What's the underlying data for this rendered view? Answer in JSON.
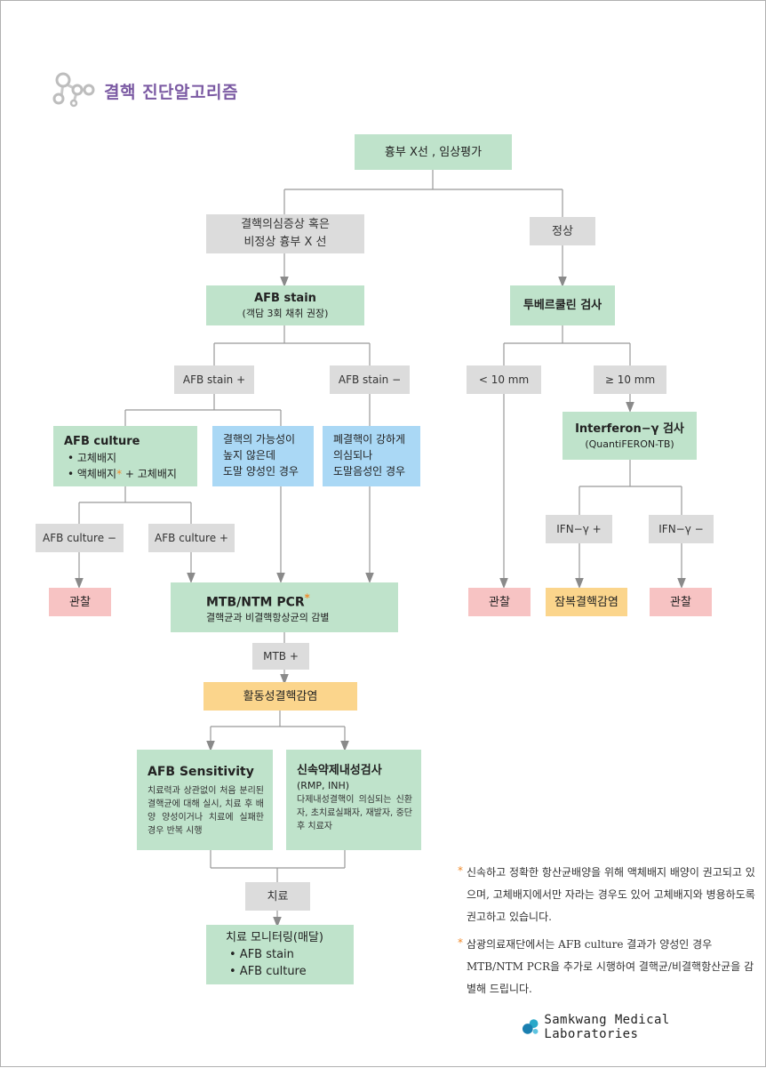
{
  "title": "결핵 진단알고리즘",
  "colors": {
    "green": "#bfe3cb",
    "gray": "#dcdcdc",
    "pink": "#f7c3c3",
    "blue": "#aad8f5",
    "yellow": "#fbd58c",
    "title": "#7b5aa3",
    "accent_star": "#f08a2a",
    "line": "#999999"
  },
  "nodes": {
    "top": "흉부 X선 ,   임상평가",
    "suspect_l1": "결핵의심증상 혹은",
    "suspect_l2": "비정상 흉부 X 선",
    "normal": "정상",
    "afb_stain_title": "AFB stain",
    "afb_stain_sub": "(객담 3회 채취 권장)",
    "tuberculin": "투베르쿨린 검사",
    "afb_pos": "AFB stain +",
    "afb_neg": "AFB stain −",
    "lt10": "< 10 mm",
    "ge10": "≥ 10 mm",
    "culture_title": "AFB culture",
    "culture_item1": "• 고체배지",
    "culture_item2": "• 액체배지",
    "culture_item2_star": "*",
    "culture_item2_rest": " + 고체배지",
    "blue1_l1": "결핵의 가능성이",
    "blue1_l2": "높지 않은데",
    "blue1_l3": "도말 양성인 경우",
    "blue2_l1": "폐결핵이 강하게",
    "blue2_l2": "의심되나",
    "blue2_l3": "도말음성인 경우",
    "ifn_title": "Interferon−γ 검사",
    "ifn_sub": "(QuantiFERON-TB)",
    "culture_neg": "AFB culture −",
    "culture_pos": "AFB culture +",
    "ifn_pos": "IFN−γ  +",
    "ifn_neg": "IFN−γ  −",
    "observe1": "관찰",
    "pcr_title": "MTB/NTM PCR",
    "pcr_star": "*",
    "pcr_sub": "결핵균과 비결핵항상균의 감별",
    "observe2": "관찰",
    "latent": "잠복결핵감염",
    "observe3": "관찰",
    "mtb_pos": "MTB +",
    "active": "활동성결핵감염",
    "sens_title": "AFB Sensitivity",
    "sens_body": "치료력과 상관없이 처음 분리된 결핵균에 대해 실시, 치료 후 배양 양성이거나 치료에 실패한 경우 반복 시행",
    "rapid_title": "신속약제내성검사",
    "rapid_sub": "(RMP, INH)",
    "rapid_body": "다제내성결핵이 의심되는 신환자, 초치료실패자, 재발자, 중단 후 치료자",
    "treat": "치료",
    "monitor_title": "치료 모니터링(매달)",
    "monitor_item1": "• AFB stain",
    "monitor_item2": "• AFB culture"
  },
  "notes": [
    {
      "mark": "*",
      "text": "신속하고 정확한 항산균배양을 위해 액체배지 배양이 권고되고 있으며, 고체배지에서만 자라는 경우도 있어 고체배지와 병용하도록 권고하고 있습니다."
    },
    {
      "mark": "*",
      "text": "삼광의료재단에서는 AFB culture 결과가 양성인 경우 MTB/NTM PCR을 추가로 시행하여 결핵균/비결핵항산균을 감별해 드립니다."
    }
  ],
  "brand": {
    "name": "Samkwang Medical Laboratories",
    "logo_icon": "smkl-logo-icon"
  }
}
